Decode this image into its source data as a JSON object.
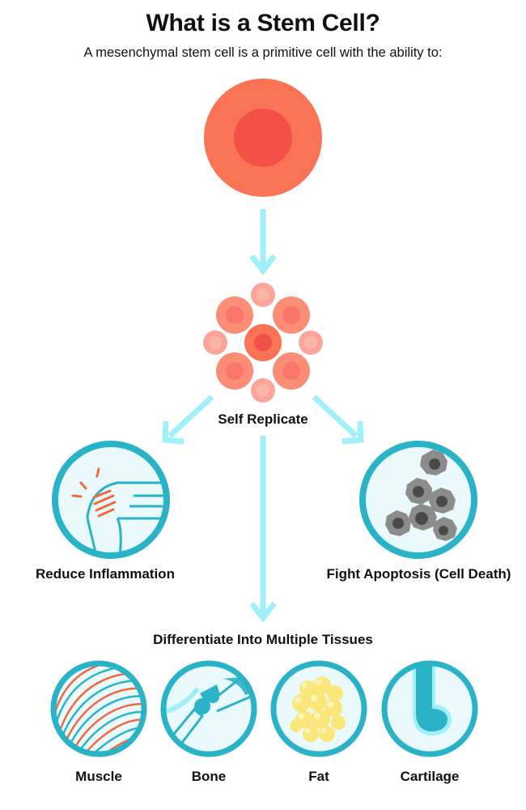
{
  "title": "What is a Stem Cell?",
  "subtitle": "A mesenchymal stem cell is a primitive cell with the ability to:",
  "labels": {
    "self_replicate": "Self Replicate",
    "reduce_inflammation": "Reduce Inflammation",
    "fight_apoptosis": "Fight Apoptosis (Cell Death)",
    "differentiate": "Differentiate Into Multiple Tissues"
  },
  "tissues": {
    "muscle": "Muscle",
    "bone": "Bone",
    "fat": "Fat",
    "cartilage": "Cartilage"
  },
  "colors": {
    "cell_outer": "#fb7355",
    "cell_nucleus": "#f25048",
    "arrow": "#9ff0f8",
    "ring": "#2ab3c7",
    "ring_fill": "#e9f9fc",
    "replica_light": "#fba59a",
    "dead_cell": "#8c8c8c",
    "fat": "#fbe67a"
  }
}
